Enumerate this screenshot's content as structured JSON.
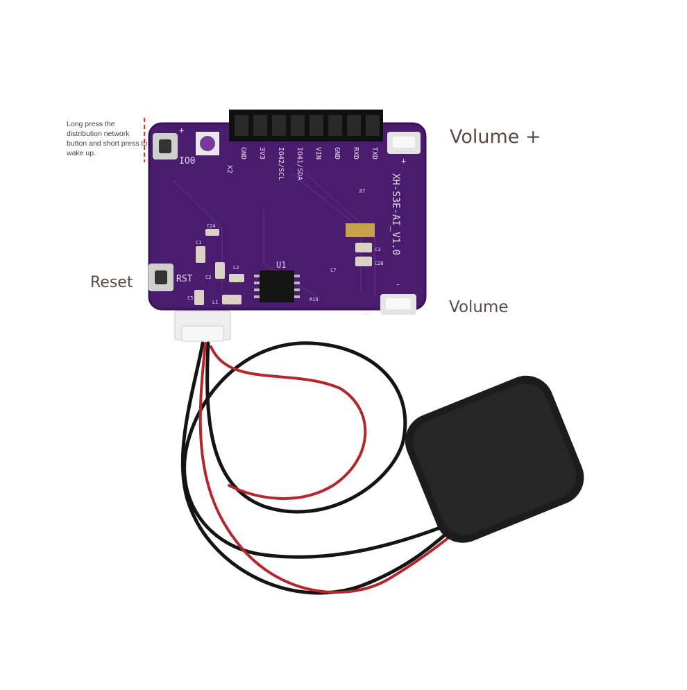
{
  "callouts": {
    "volume_plus": "Volume +",
    "reset": "Reset",
    "volume": "Volume",
    "wake_note": "Long press the distribution network button and short press to wake up."
  },
  "pcb": {
    "board_name": "XH-S3E-AI_V1.0",
    "btn_io0": "IO0",
    "btn_rst": "RST",
    "ic_u1": "U1",
    "pins": [
      "GND",
      "3V3",
      "IO42/SCL",
      "IO41/SDA",
      "VIN",
      "GND",
      "RXD",
      "TXD"
    ],
    "parts": [
      "C24",
      "C1",
      "C2",
      "C5",
      "L1",
      "L2",
      "R10",
      "R7",
      "C7",
      "C3",
      "C20",
      "C23",
      "X2"
    ],
    "plus": "+",
    "minus": "-"
  },
  "colors": {
    "pcb": "#4a1c6e",
    "pcb_dark": "#3a1258",
    "speaker": "#1c1c1c",
    "wire_red": "#b3262b",
    "wire_black": "#141414",
    "label_text": "#5a4a45"
  }
}
